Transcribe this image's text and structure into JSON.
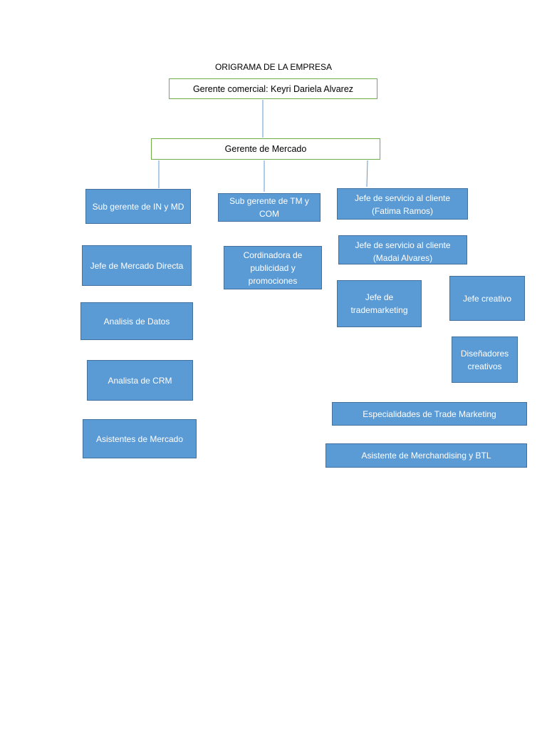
{
  "title": "ORIGRAMA DE LA EMPRESA",
  "colors": {
    "box_fill": "#5b9bd5",
    "box_border": "#41719c",
    "outline_border": "#70ad47",
    "connector": "#5b9bd5"
  },
  "top_manager": "Gerente comercial: Keyri Dariela Alvarez",
  "market_manager": "Gerente de Mercado",
  "column_left": {
    "head": "Sub gerente de IN y MD",
    "items": [
      "Jefe de Mercado Directa",
      "Analisis de Datos",
      "Analista de CRM",
      "Asistentes de Mercado"
    ]
  },
  "column_middle": {
    "head": "Sub gerente de TM y COM",
    "items": [
      "Cordinadora de publicidad y promociones"
    ]
  },
  "column_right": {
    "head": "Jefe de servicio al cliente (Fatima Ramos)",
    "service_2": "Jefe de servicio al cliente (Madai Alvares)",
    "trademarketing": "Jefe de trademarketing",
    "creative": "Jefe creativo",
    "designers": "Diseñadores creativos",
    "trade_specialties": "Especialidades de Trade Marketing",
    "merch_assistant": "Asistente de Merchandising y BTL"
  }
}
